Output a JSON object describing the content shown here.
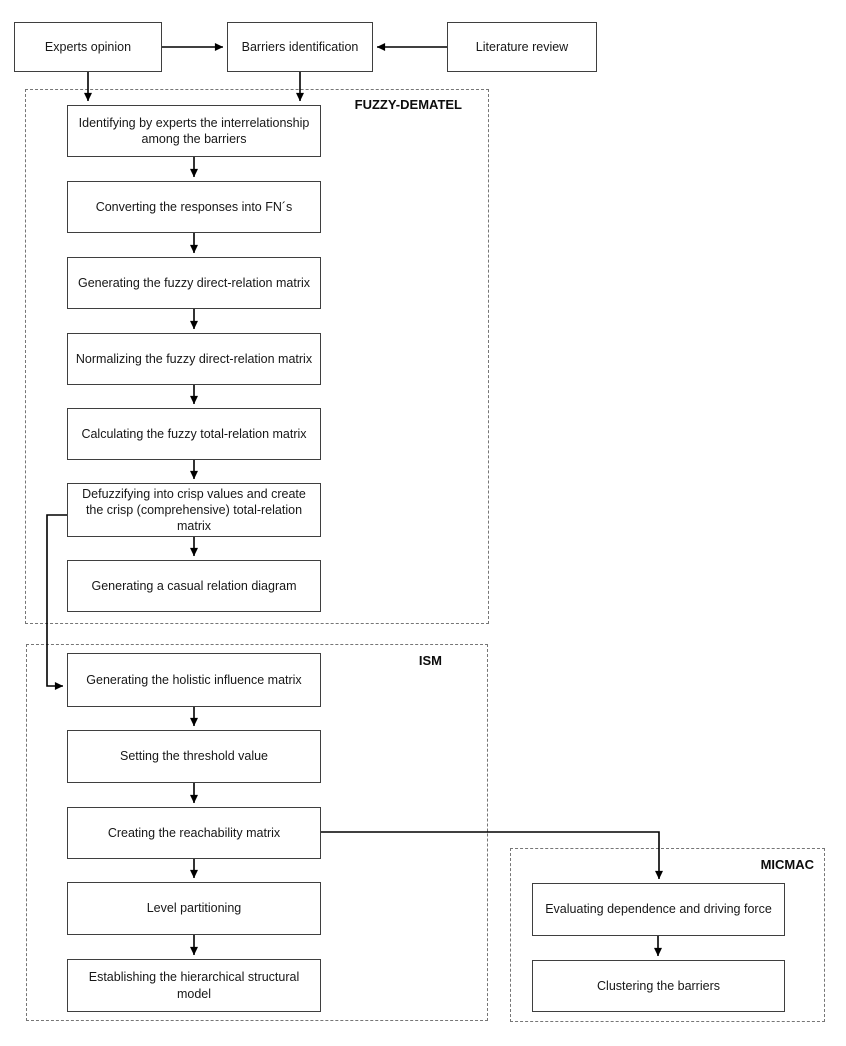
{
  "colors": {
    "background": "#ffffff",
    "node_border": "#3f3f3f",
    "group_border": "#767676",
    "arrow": "#000000",
    "text": "#171717"
  },
  "diagram": {
    "top_nodes": [
      {
        "id": "experts-opinion",
        "label": "Experts opinion"
      },
      {
        "id": "barriers-identification",
        "label": "Barriers identification"
      },
      {
        "id": "literature-review",
        "label": "Literature review"
      }
    ],
    "groups": [
      {
        "id": "fuzzy-dematel",
        "label": "FUZZY-DEMATEL",
        "nodes": [
          {
            "label": "Identifying by experts the interrelationship among the barriers"
          },
          {
            "label": "Converting the responses into FN´s"
          },
          {
            "label": "Generating the fuzzy direct-relation matrix"
          },
          {
            "label": "Normalizing the fuzzy direct-relation matrix"
          },
          {
            "label": "Calculating the fuzzy total-relation matrix"
          },
          {
            "label": "Defuzzifying into crisp values and create the crisp (comprehensive) total-relation matrix"
          },
          {
            "label": "Generating a casual relation diagram"
          }
        ]
      },
      {
        "id": "ism",
        "label": "ISM",
        "nodes": [
          {
            "label": "Generating the holistic influence matrix"
          },
          {
            "label": "Setting the threshold value"
          },
          {
            "label": "Creating the reachability matrix"
          },
          {
            "label": "Level partitioning"
          },
          {
            "label": "Establishing the hierarchical structural model"
          }
        ]
      },
      {
        "id": "micmac",
        "label": "MICMAC",
        "nodes": [
          {
            "label": "Evaluating dependence and driving force"
          },
          {
            "label": "Clustering the barriers"
          }
        ]
      }
    ]
  }
}
